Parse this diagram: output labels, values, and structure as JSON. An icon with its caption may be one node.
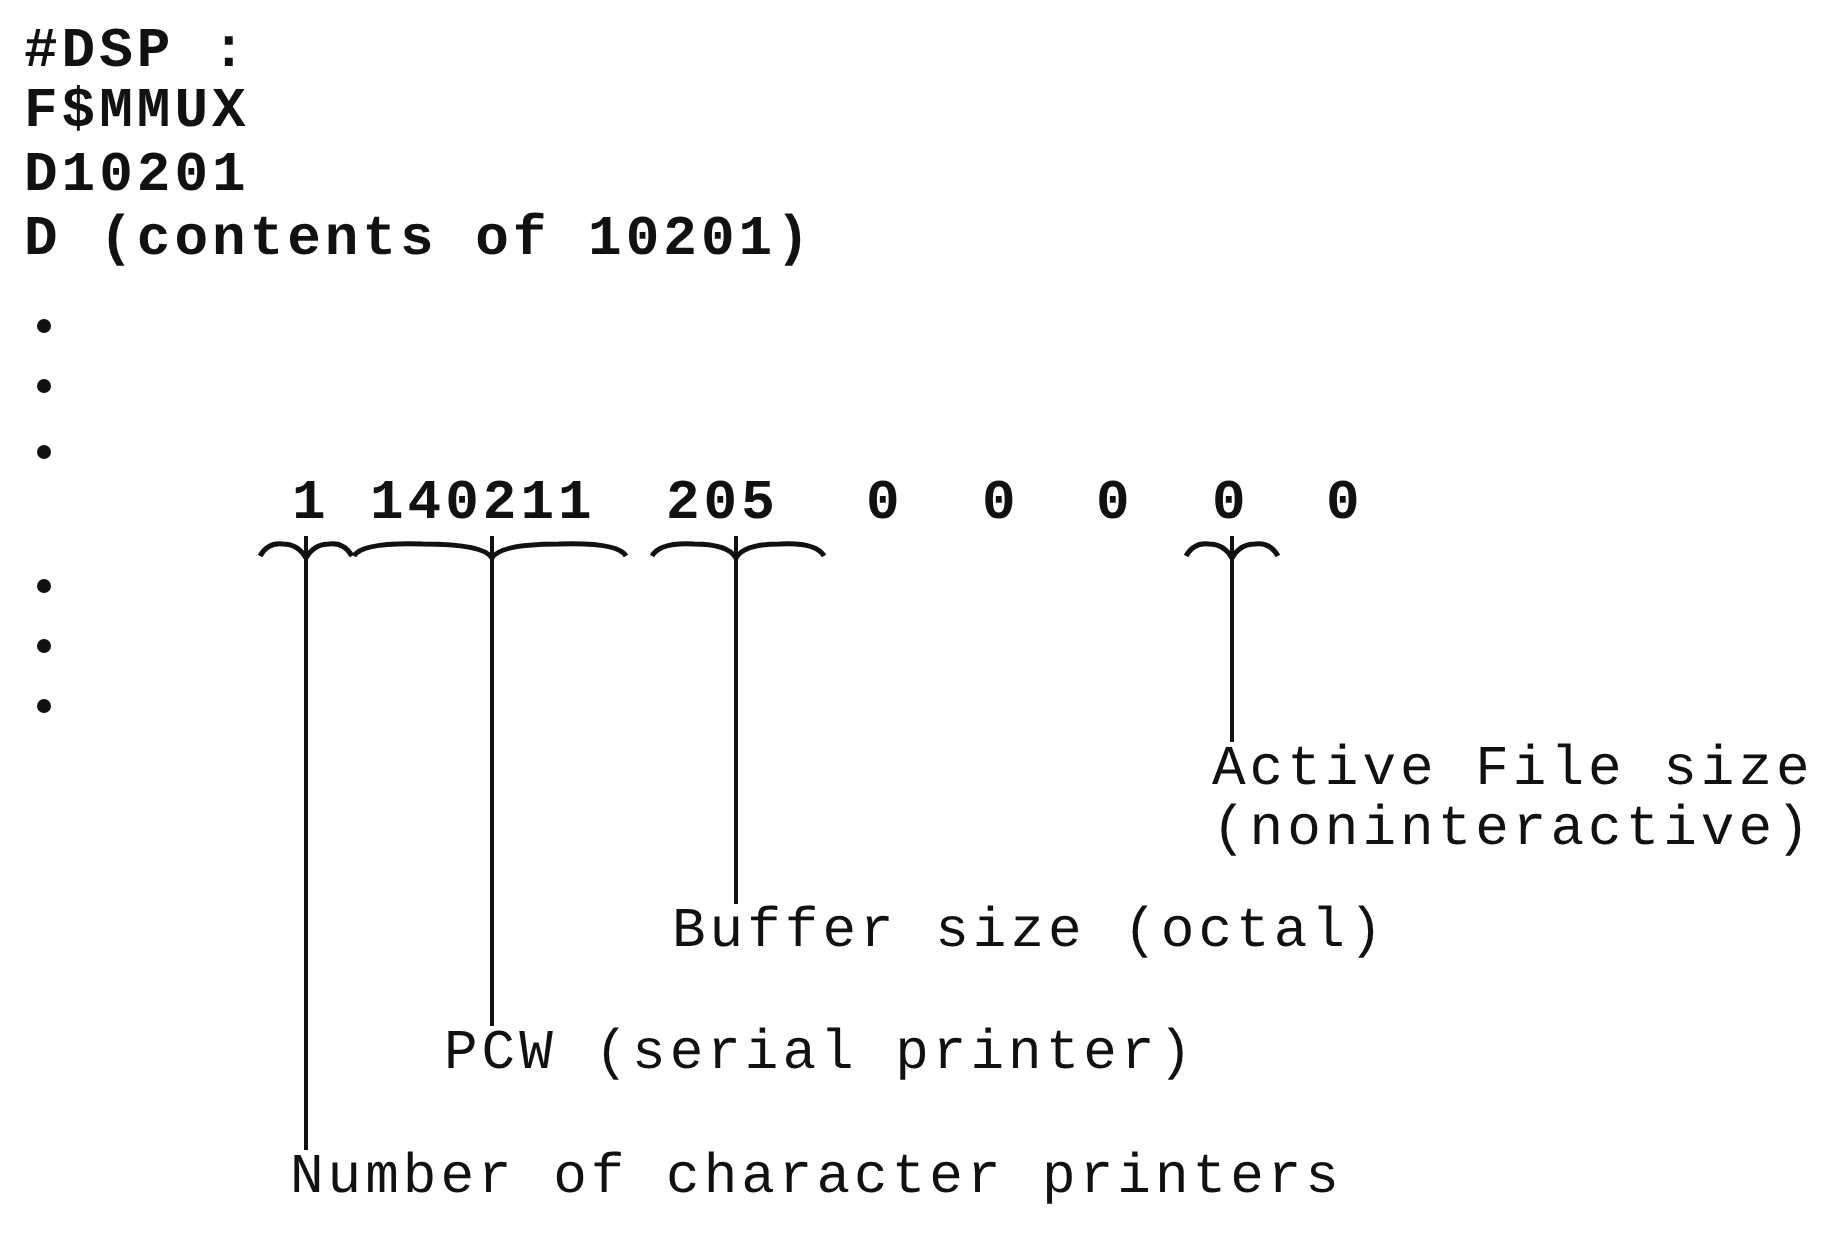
{
  "diagram": {
    "nodes": [
      {
        "text": [
          "1"
        ]
      },
      {
        "text": [
          "140211"
        ]
      },
      {
        "text": [
          "205"
        ]
      },
      {
        "text": [
          "0"
        ]
      },
      {
        "text": [
          "0"
        ]
      },
      {
        "text": [
          "0"
        ]
      },
      {
        "text": [
          "0"
        ]
      },
      {
        "text": [
          "0"
        ]
      },
      {
        "text": [
          "Active File size (noninteractive)"
        ]
      },
      {
        "text": [
          "Buffer size (octal)"
        ]
      },
      {
        "text": [
          "PCW (serial printer)"
        ]
      },
      {
        "text": [
          "Number of character printers"
        ]
      }
    ],
    "edges": [
      {
        "from": 8,
        "to": 6,
        "arrow": "none"
      },
      {
        "from": 9,
        "to": 2,
        "arrow": "none"
      },
      {
        "from": 10,
        "to": 1,
        "arrow": "none"
      },
      {
        "from": 11,
        "to": 0,
        "arrow": "none"
      }
    ],
    "labels": [
      "#DSP :",
      "F$MMUX",
      "D10201",
      "D (contents of 10201)"
    ]
  }
}
